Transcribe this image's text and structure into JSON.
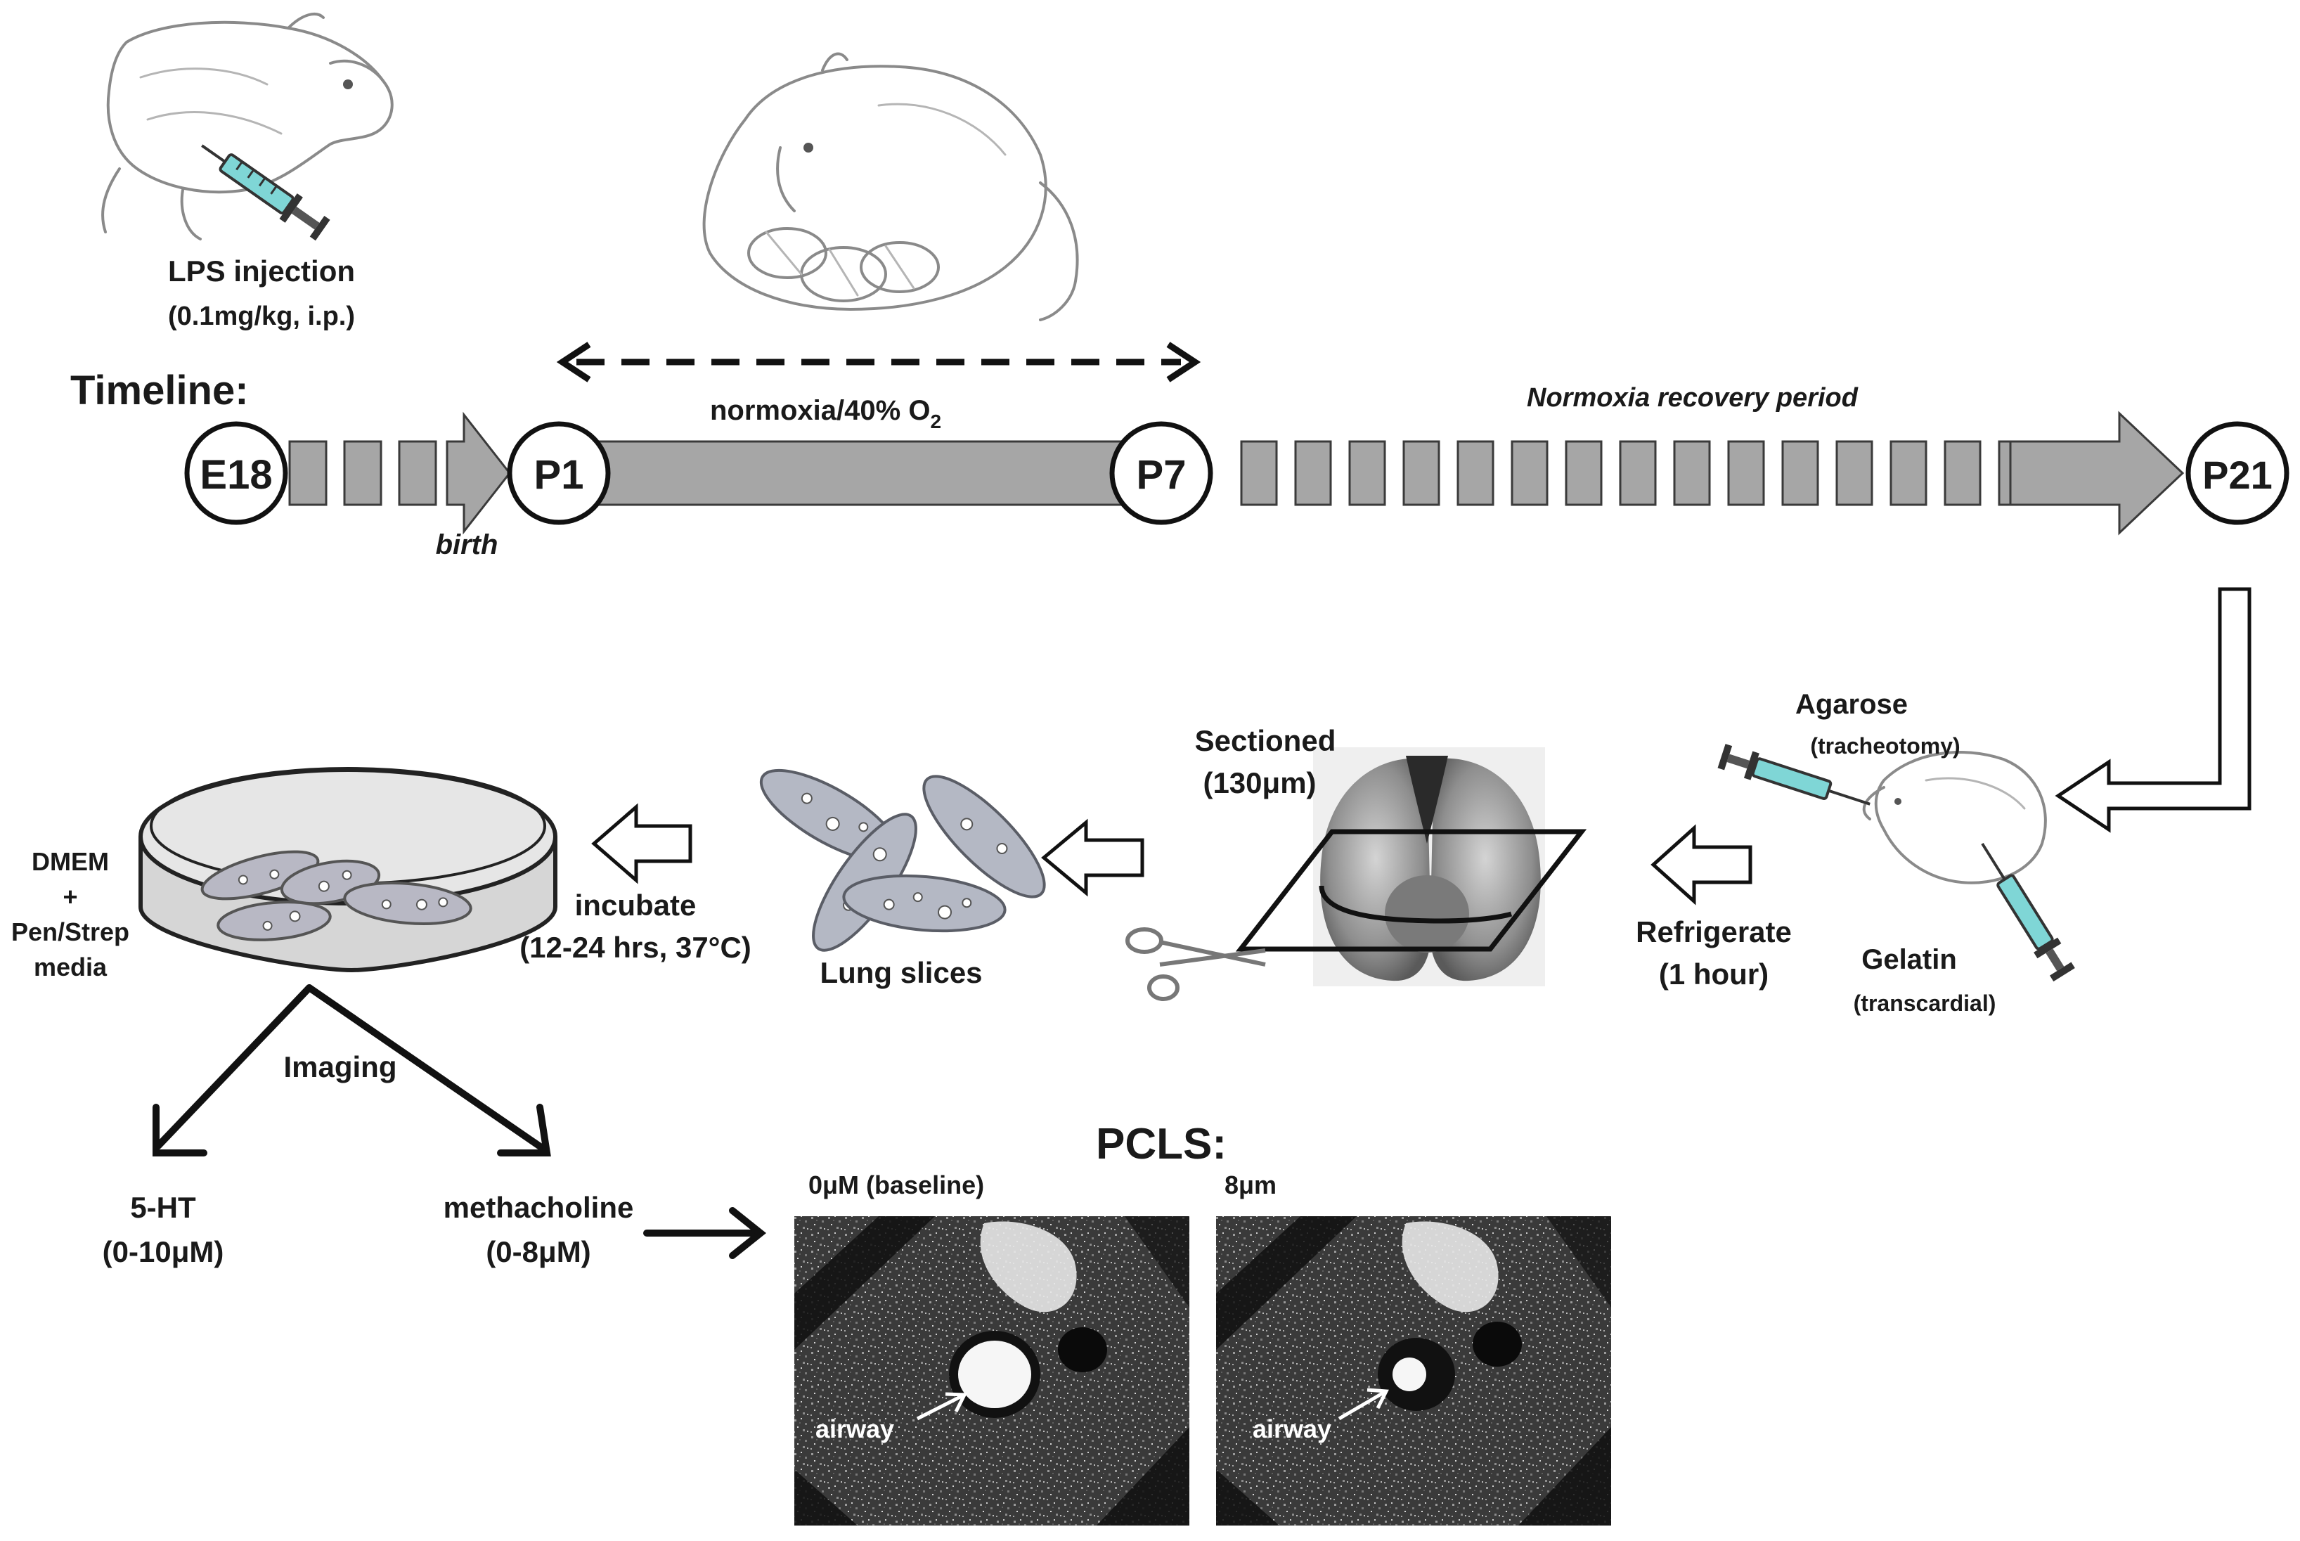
{
  "labels": {
    "lps_injection": "LPS injection",
    "lps_dose": "(0.1mg/kg, i.p.)",
    "timeline": "Timeline:",
    "normoxia_o2_main": "normoxia/40% O",
    "normoxia_o2_sub": "2",
    "recovery": "Normoxia recovery period",
    "birth": "birth",
    "agarose": "Agarose",
    "tracheotomy": "(tracheotomy)",
    "gelatin": "Gelatin",
    "transcardial": "(transcardial)",
    "sectioned": "Sectioned",
    "sectioned_thickness": "(130μm)",
    "refrigerate": "Refrigerate",
    "refrigerate_time": "(1 hour)",
    "lung_slices": "Lung slices",
    "incubate": "incubate",
    "incubate_cond": "(12-24 hrs, 37°C)",
    "dmem": "DMEM",
    "plus": "+",
    "penstrep": "Pen/Strep",
    "media": "media",
    "imaging": "Imaging",
    "ht5": "5-HT",
    "ht5_range": "(0-10μM)",
    "methacholine": "methacholine",
    "methacholine_range": "(0-8μM)",
    "pcls": "PCLS:",
    "baseline": "0μM (baseline)",
    "eight": "8μm",
    "airway_left": "airway",
    "airway_right": "airway"
  },
  "timepoints": {
    "e18": "E18",
    "p1": "P1",
    "p7": "P7",
    "p21": "P21"
  },
  "colors": {
    "timeline_fill": "#a6a6a6",
    "outline": "#111111",
    "syringe": "#7fd6d6",
    "slice": "#b4b8c4",
    "micrograph_bg": "#2b2b2b"
  }
}
